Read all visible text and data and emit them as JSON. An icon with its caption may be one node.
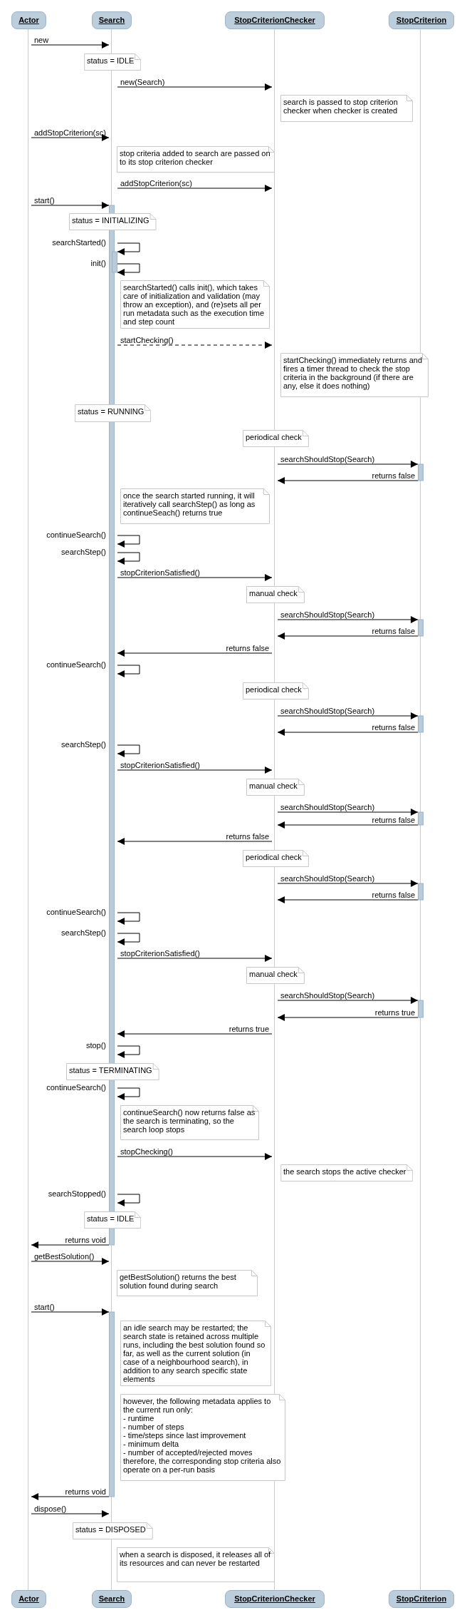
{
  "diagram": {
    "nodes": [
      {
        "text": [
          "Actor"
        ]
      },
      {
        "text": [
          "Search"
        ]
      },
      {
        "text": [
          "StopCriterionChecker"
        ]
      },
      {
        "text": [
          "StopCriterion"
        ]
      },
      {
        "text": [],
        "shape": "line"
      },
      {
        "text": [],
        "shape": "line"
      },
      {
        "text": [],
        "shape": "line"
      },
      {
        "text": [],
        "shape": "line"
      },
      {
        "text": [
          "status = IDLE"
        ]
      },
      {
        "text": [
          "search is passed to stop criterion checker when checker is created"
        ]
      },
      {
        "text": [
          "stop criteria added to search are passed on to its stop criterion checker"
        ]
      },
      {
        "text": [
          "status = INITIALIZING"
        ]
      },
      {
        "text": [
          "searchStarted() calls init(), which takes care of initialization and validation (may throw an exception), and (re)sets all per run metadata such as the execution time and step count"
        ]
      },
      {
        "text": [
          "startChecking() immediately returns and fires a timer thread to check the stop criteria in the background (if there are any, else it does nothing)"
        ]
      },
      {
        "text": [
          "status = RUNNING"
        ]
      },
      {
        "text": [
          "periodical check"
        ]
      },
      {
        "text": [
          "once the search started running, it will iteratively call searchStep() as long as continueSeach() returns true"
        ]
      },
      {
        "text": [
          "manual check"
        ]
      },
      {
        "text": [
          "periodical check"
        ]
      },
      {
        "text": [
          "manual check"
        ]
      },
      {
        "text": [
          "periodical check"
        ]
      },
      {
        "text": [
          "manual check"
        ]
      },
      {
        "text": [
          "status = TERMINATING"
        ]
      },
      {
        "text": [
          "continueSearch() now returns false as the search is terminating, so the search loop stops"
        ]
      },
      {
        "text": [
          "the search stops the active checker"
        ]
      },
      {
        "text": [
          "status = IDLE"
        ]
      },
      {
        "text": [
          "getBestSolution() returns the best solution found during search"
        ]
      },
      {
        "text": [
          "an idle search may be restarted; the search state is retained across multiple runs, including the best solution found so far, as well as the current solution (in case of a neighbourhood search), in addition to any search specific state elements"
        ]
      },
      {
        "text": [
          "however, the following metadata applies to the current run only:",
          "- runtime",
          "- number of steps",
          "- time/steps since last improvement",
          "- minimum delta",
          "- number of accepted/rejected moves",
          "therefore, the corresponding stop criteria also operate on a per-run basis"
        ]
      },
      {
        "text": [
          "status = DISPOSED"
        ]
      },
      {
        "text": [
          "when a search is disposed, it releases all of its resources and can never be restarted"
        ]
      },
      {
        "text": [
          "Actor"
        ]
      },
      {
        "text": [
          "Search"
        ]
      },
      {
        "text": [
          "StopCriterionChecker"
        ]
      },
      {
        "text": [
          "StopCriterion"
        ]
      }
    ],
    "edges": [
      {
        "from": 4,
        "to": 5,
        "arrow": "to",
        "label": "new"
      },
      {
        "from": 5,
        "to": 6,
        "arrow": "to",
        "label": "new(Search)"
      },
      {
        "from": 4,
        "to": 5,
        "arrow": "to",
        "label": "addStopCriterion(sc)"
      },
      {
        "from": 5,
        "to": 6,
        "arrow": "to",
        "label": "addStopCriterion(sc)"
      },
      {
        "from": 4,
        "to": 5,
        "arrow": "to",
        "label": "start()"
      },
      {
        "from": 5,
        "to": 5,
        "arrow": "to",
        "label": "searchStarted()"
      },
      {
        "from": 5,
        "to": 5,
        "arrow": "to",
        "label": "init()"
      },
      {
        "from": 5,
        "to": 6,
        "arrow": "to",
        "label": "startChecking()",
        "style": "dashed"
      },
      {
        "from": 6,
        "to": 7,
        "arrow": "to",
        "label": "searchShouldStop(Search)"
      },
      {
        "from": 7,
        "to": 6,
        "arrow": "to",
        "label": "returns false"
      },
      {
        "from": 5,
        "to": 5,
        "arrow": "to",
        "label": "continueSearch()"
      },
      {
        "from": 5,
        "to": 5,
        "arrow": "to",
        "label": "searchStep()"
      },
      {
        "from": 5,
        "to": 6,
        "arrow": "to",
        "label": "stopCriterionSatisfied()"
      },
      {
        "from": 6,
        "to": 7,
        "arrow": "to",
        "label": "searchShouldStop(Search)"
      },
      {
        "from": 7,
        "to": 6,
        "arrow": "to",
        "label": "returns false"
      },
      {
        "from": 6,
        "to": 5,
        "arrow": "to",
        "label": "returns false"
      },
      {
        "from": 5,
        "to": 5,
        "arrow": "to",
        "label": "continueSearch()"
      },
      {
        "from": 6,
        "to": 7,
        "arrow": "to",
        "label": "searchShouldStop(Search)"
      },
      {
        "from": 7,
        "to": 6,
        "arrow": "to",
        "label": "returns false"
      },
      {
        "from": 5,
        "to": 5,
        "arrow": "to",
        "label": "searchStep()"
      },
      {
        "from": 5,
        "to": 6,
        "arrow": "to",
        "label": "stopCriterionSatisfied()"
      },
      {
        "from": 6,
        "to": 7,
        "arrow": "to",
        "label": "searchShouldStop(Search)"
      },
      {
        "from": 7,
        "to": 6,
        "arrow": "to",
        "label": "returns false"
      },
      {
        "from": 6,
        "to": 5,
        "arrow": "to",
        "label": "returns false"
      },
      {
        "from": 6,
        "to": 7,
        "arrow": "to",
        "label": "searchShouldStop(Search)"
      },
      {
        "from": 7,
        "to": 6,
        "arrow": "to",
        "label": "returns false"
      },
      {
        "from": 5,
        "to": 5,
        "arrow": "to",
        "label": "continueSearch()"
      },
      {
        "from": 5,
        "to": 5,
        "arrow": "to",
        "label": "searchStep()"
      },
      {
        "from": 5,
        "to": 6,
        "arrow": "to",
        "label": "stopCriterionSatisfied()"
      },
      {
        "from": 6,
        "to": 7,
        "arrow": "to",
        "label": "searchShouldStop(Search)"
      },
      {
        "from": 7,
        "to": 6,
        "arrow": "to",
        "label": "returns true"
      },
      {
        "from": 6,
        "to": 5,
        "arrow": "to",
        "label": "returns true"
      },
      {
        "from": 5,
        "to": 5,
        "arrow": "to",
        "label": "stop()"
      },
      {
        "from": 5,
        "to": 5,
        "arrow": "to",
        "label": "continueSearch()"
      },
      {
        "from": 5,
        "to": 6,
        "arrow": "to",
        "label": "stopChecking()"
      },
      {
        "from": 5,
        "to": 5,
        "arrow": "to",
        "label": "searchStopped()"
      },
      {
        "from": 5,
        "to": 4,
        "arrow": "to",
        "label": "returns void"
      },
      {
        "from": 4,
        "to": 5,
        "arrow": "to",
        "label": "getBestSolution()"
      },
      {
        "from": 4,
        "to": 5,
        "arrow": "to",
        "label": "start()"
      },
      {
        "from": 5,
        "to": 4,
        "arrow": "to",
        "label": "returns void"
      },
      {
        "from": 4,
        "to": 5,
        "arrow": "to",
        "label": "dispose()"
      }
    ]
  }
}
